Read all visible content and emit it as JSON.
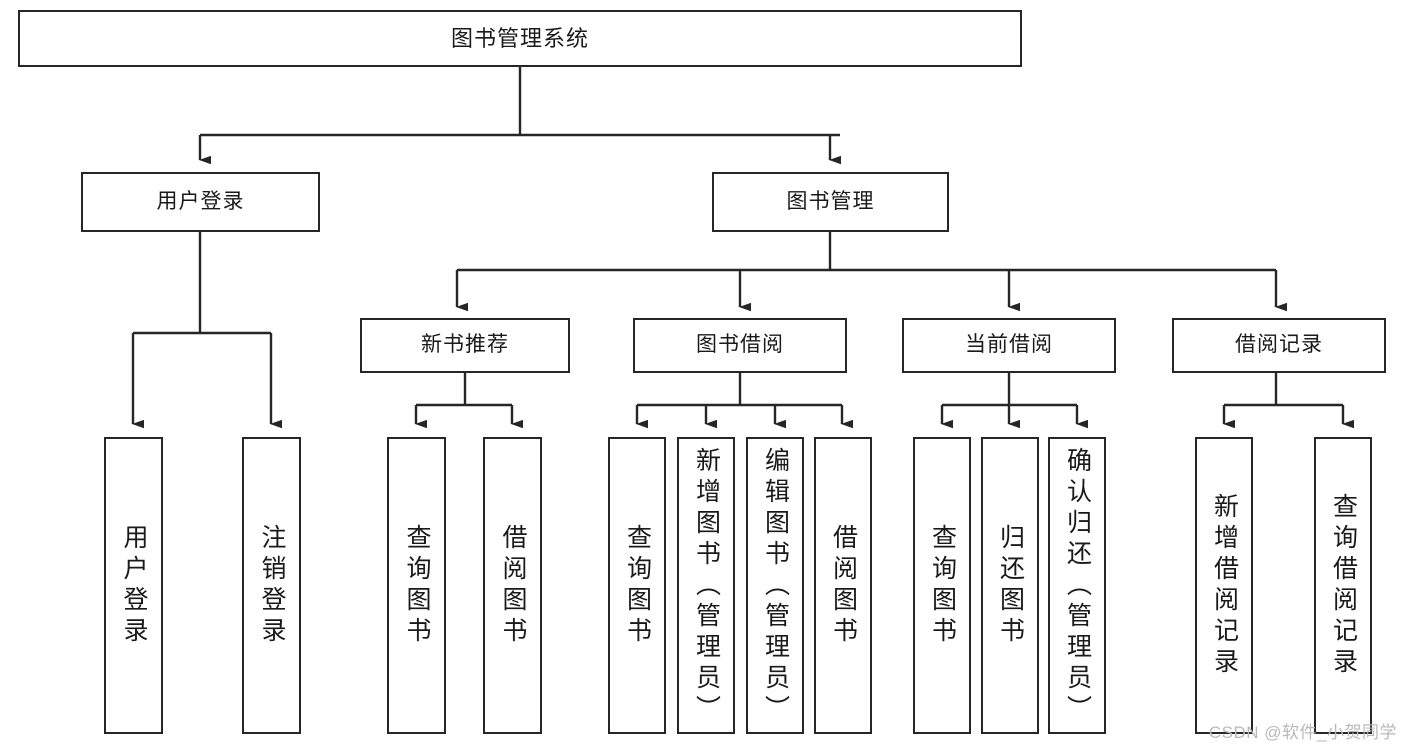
{
  "diagram": {
    "type": "tree-hierarchy-functional-decomposition",
    "title": "图书管理系统",
    "watermark": "CSDN @软件_小贺同学",
    "colors": {
      "stroke": "#262626",
      "fill": "#ffffff",
      "text": "#1a1a1a",
      "watermark": "#b9b9b9"
    },
    "nodes": {
      "root": {
        "label": "图书管理系统"
      },
      "level2": [
        {
          "id": "user-login",
          "label": "用户登录"
        },
        {
          "id": "book-manage",
          "label": "图书管理"
        }
      ],
      "level3": [
        {
          "id": "new-book-recommend",
          "label": "新书推荐"
        },
        {
          "id": "book-borrow",
          "label": "图书借阅"
        },
        {
          "id": "current-borrow",
          "label": "当前借阅"
        },
        {
          "id": "borrow-record",
          "label": "借阅记录"
        }
      ],
      "leaves": {
        "user-login": [
          {
            "id": "leaf-user-login",
            "label": "用户登录"
          },
          {
            "id": "leaf-user-logout",
            "label": "注销登录"
          }
        ],
        "new-book-recommend": [
          {
            "id": "leaf-query-book-1",
            "label": "查询图书"
          },
          {
            "id": "leaf-borrow-book-1",
            "label": "借阅图书"
          }
        ],
        "book-borrow": [
          {
            "id": "leaf-query-book-2",
            "label": "查询图书"
          },
          {
            "id": "leaf-add-book",
            "label": "新增图书（管理员）"
          },
          {
            "id": "leaf-edit-book",
            "label": "编辑图书（管理员）"
          },
          {
            "id": "leaf-borrow-book-2",
            "label": "借阅图书"
          }
        ],
        "current-borrow": [
          {
            "id": "leaf-query-book-3",
            "label": "查询图书"
          },
          {
            "id": "leaf-return-book",
            "label": "归还图书"
          },
          {
            "id": "leaf-confirm-return",
            "label": "确认归还（管理员）"
          }
        ],
        "borrow-record": [
          {
            "id": "leaf-add-record",
            "label": "新增借阅记录"
          },
          {
            "id": "leaf-query-record",
            "label": "查询借阅记录"
          }
        ]
      }
    }
  }
}
